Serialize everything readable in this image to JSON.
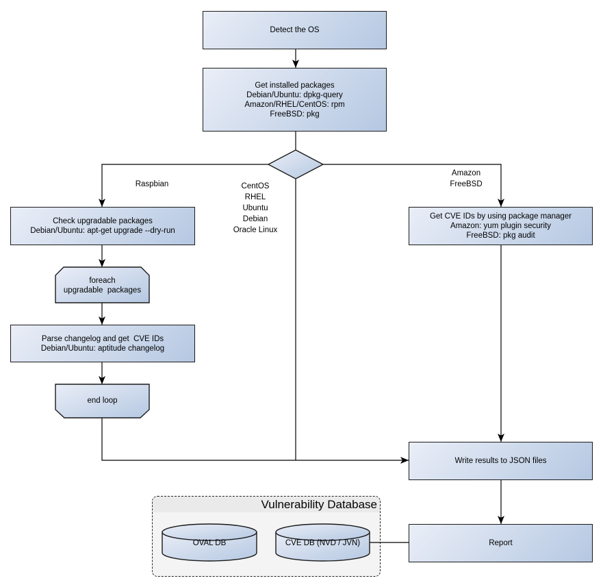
{
  "colors": {
    "node_fill_start": "#eaeef7",
    "node_fill_end": "#b5c8e2",
    "node_border": "#1a1a1a",
    "connector": "#000000",
    "container_fill": "#f4f4f4",
    "container_titlebar": "#eaeaea",
    "text": "#000000"
  },
  "nodes": {
    "detect_os": "Detect the OS",
    "get_installed_packages": "Get installed packages\nDebian/Ubuntu: dpkg-query\nAmazon/RHEL/CentOS: rpm\nFreeBSD: pkg",
    "check_upgradable": "Check upgradable packages\nDebian/Ubuntu: apt-get upgrade --dry-run",
    "foreach_loop": "foreach\nupgradable  packages",
    "parse_changelog": "Parse changelog and get  CVE IDs\nDebian/Ubuntu: aptitude changelog",
    "end_loop": "end loop",
    "get_cve_ids": "Get CVE IDs by using package manager\nAmazon: yum plugin security\nFreeBSD: pkg audit",
    "write_results": "Write results to JSON files",
    "report": "Report"
  },
  "branch_labels": {
    "left": "Raspbian",
    "middle": "CentOS\nRHEL\nUbuntu\nDebian\nOracle Linux",
    "right": "Amazon\nFreeBSD"
  },
  "database": {
    "title": "Vulnerability Database",
    "oval_db": "OVAL DB",
    "cve_db": "CVE DB (NVD / JVN)"
  }
}
